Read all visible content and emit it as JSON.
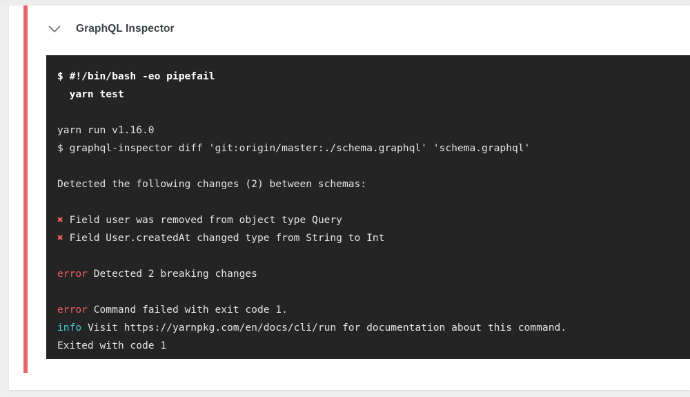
{
  "page": {
    "background_color": "#efefef"
  },
  "card": {
    "accent_color": "#ea6368",
    "background_color": "#ffffff",
    "header": {
      "icon": "chevron-down-icon",
      "title": "GraphQL Inspector"
    }
  },
  "terminal": {
    "background_color": "#242424",
    "text_color": "#e6e6e6",
    "error_color": "#ef5f5f",
    "info_color": "#4ac6d4",
    "fail_mark": "✖",
    "lines": [
      {
        "id": "cmd-shebang",
        "style": "bold",
        "text": "$ #!/bin/bash -eo pipefail"
      },
      {
        "id": "cmd-yarn-test",
        "style": "bold",
        "text": "  yarn test"
      },
      {
        "id": "blank-1",
        "style": "blank",
        "text": ""
      },
      {
        "id": "yarn-version",
        "style": "plain",
        "text": "yarn run v1.16.0"
      },
      {
        "id": "cmd-inspector-diff",
        "style": "plain",
        "text": "$ graphql-inspector diff 'git:origin/master:./schema.graphql' 'schema.graphql'"
      },
      {
        "id": "blank-2",
        "style": "blank",
        "text": ""
      },
      {
        "id": "detected-changes",
        "style": "plain",
        "text": "Detected the following changes (2) between schemas:"
      },
      {
        "id": "blank-3",
        "style": "blank",
        "text": ""
      },
      {
        "id": "change-1",
        "style": "fail",
        "mark": "✖",
        "text": " Field user was removed from object type Query"
      },
      {
        "id": "change-2",
        "style": "fail",
        "mark": "✖",
        "text": " Field User.createdAt changed type from String to Int"
      },
      {
        "id": "blank-4",
        "style": "blank",
        "text": ""
      },
      {
        "id": "error-breaking",
        "style": "label-error",
        "label": "error",
        "text": " Detected 2 breaking changes"
      },
      {
        "id": "blank-5",
        "style": "blank",
        "text": ""
      },
      {
        "id": "error-exit",
        "style": "label-error",
        "label": "error",
        "text": " Command failed with exit code 1."
      },
      {
        "id": "info-visit",
        "style": "label-info",
        "label": "info",
        "text": " Visit https://yarnpkg.com/en/docs/cli/run for documentation about this command."
      },
      {
        "id": "exited",
        "style": "plain",
        "text": "Exited with code 1"
      }
    ]
  }
}
